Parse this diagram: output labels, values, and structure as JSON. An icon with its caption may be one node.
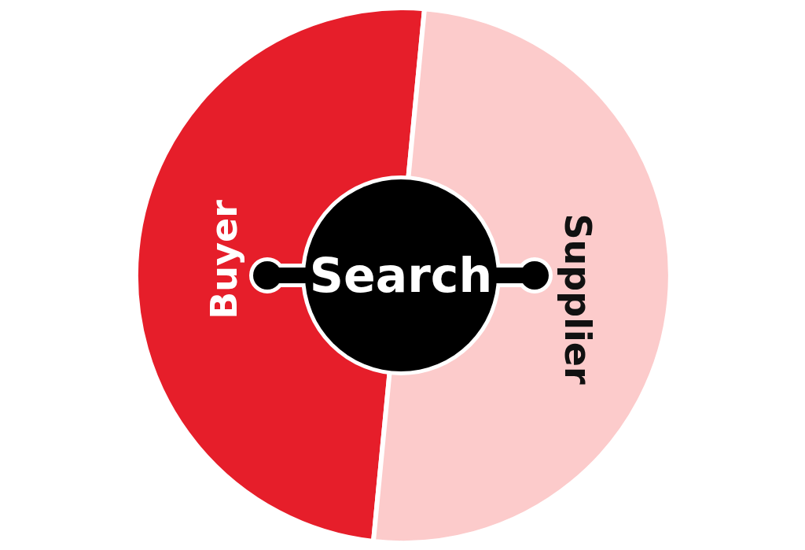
{
  "diagram": {
    "nodes": [
      {
        "text": [
          "Buyer"
        ]
      },
      {
        "text": [
          "Supplier"
        ]
      },
      {
        "text": [
          "Search"
        ]
      }
    ]
  }
}
